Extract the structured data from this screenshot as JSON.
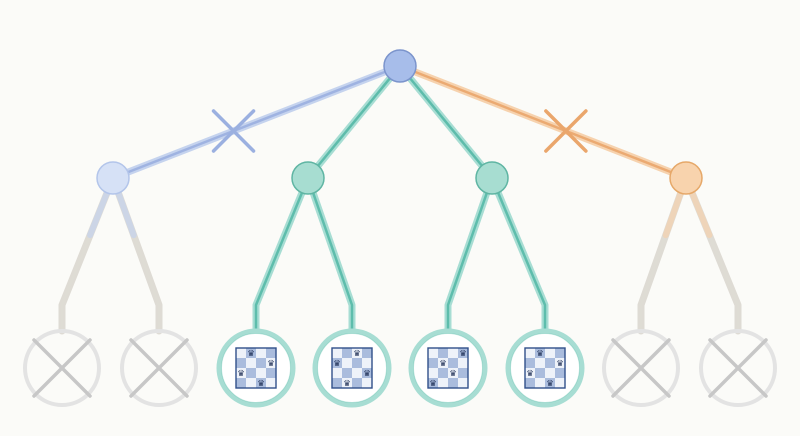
{
  "colors": {
    "background": "#fbfbf8",
    "root_fill": "#a7bdea",
    "root_stroke": "#7b94cc",
    "blue_edge": "#c5d3ee",
    "blue_edge_core": "#9bb0e0",
    "blue_node_fill": "#d6e1f6",
    "blue_node_stroke": "#b3c5ea",
    "teal_edge": "#a7ddd3",
    "teal_edge_core": "#56b9a7",
    "teal_node_fill": "#a7ddd1",
    "teal_node_stroke": "#5fb5a3",
    "orange_edge": "#f6d2ae",
    "orange_edge_core": "#eaa66c",
    "orange_node_fill": "#f8d3ad",
    "orange_node_stroke": "#e6a869",
    "pruned_edge": "#dedbd4",
    "pruned_leaf_ring": "#e3e3e3",
    "pruned_leaf_cross": "#c7c7c7",
    "board_light": "#eef2f9",
    "board_dark": "#8da6d2",
    "board_frame": "#314f8a",
    "queen": "#1f2f55"
  },
  "tree": {
    "root": {
      "status": "explored"
    },
    "level1": [
      {
        "branch": "blue",
        "status": "pruned",
        "cut_mark": "cross-mark-icon"
      },
      {
        "branch": "teal",
        "status": "explored"
      },
      {
        "branch": "teal",
        "status": "explored"
      },
      {
        "branch": "orange",
        "status": "pruned",
        "cut_mark": "cross-mark-icon"
      }
    ],
    "leaves": [
      {
        "status": "pruned",
        "icon": "cross-mark-icon"
      },
      {
        "status": "pruned",
        "icon": "cross-mark-icon"
      },
      {
        "status": "solution",
        "icon": "chessboard-icon",
        "queens": [
          [
            0,
            1
          ],
          [
            1,
            3
          ],
          [
            2,
            0
          ],
          [
            3,
            2
          ]
        ]
      },
      {
        "status": "solution",
        "icon": "chessboard-icon",
        "queens": [
          [
            0,
            2
          ],
          [
            1,
            0
          ],
          [
            2,
            3
          ],
          [
            3,
            1
          ]
        ]
      },
      {
        "status": "solution",
        "icon": "chessboard-icon",
        "queens": [
          [
            0,
            3
          ],
          [
            2,
            2
          ],
          [
            3,
            0
          ],
          [
            1,
            1
          ]
        ]
      },
      {
        "status": "solution",
        "icon": "chessboard-icon",
        "queens": [
          [
            0,
            1
          ],
          [
            1,
            3
          ],
          [
            3,
            2
          ],
          [
            2,
            0
          ]
        ]
      },
      {
        "status": "pruned",
        "icon": "cross-mark-icon"
      },
      {
        "status": "pruned",
        "icon": "cross-mark-icon"
      }
    ]
  },
  "board": {
    "size": 4,
    "queen_glyph": "♛"
  }
}
